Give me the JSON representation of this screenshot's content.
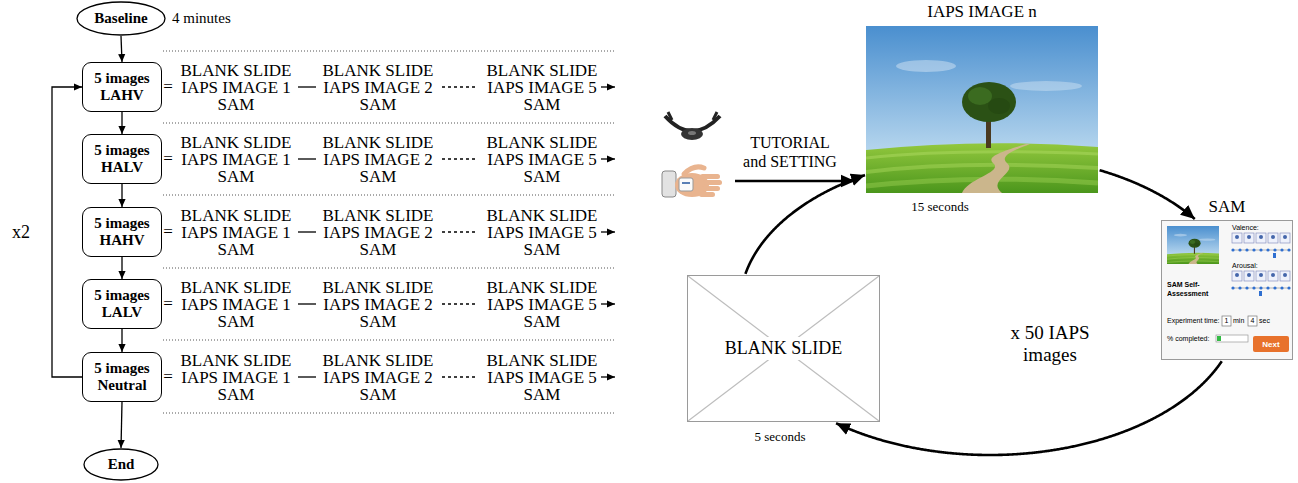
{
  "diagram": {
    "nodes": [
      {
        "text": [
          "Baseline"
        ]
      },
      {
        "text": [
          "5 images LAHV"
        ]
      },
      {
        "text": [
          "5 images HALV"
        ]
      },
      {
        "text": [
          "5 images HAHV"
        ]
      },
      {
        "text": [
          "5 images LALV"
        ]
      },
      {
        "text": [
          "5 images Neutral"
        ]
      },
      {
        "text": [
          "End"
        ]
      },
      {
        "text": [
          "IAPS IMAGE n"
        ]
      },
      {
        "text": [
          "SAM"
        ]
      },
      {
        "text": [
          "BLANK SLIDE"
        ]
      },
      {
        "text": [
          "Next"
        ],
        "in": 8
      }
    ],
    "edges": [
      {
        "from": 0,
        "to": 1,
        "arrow": "to"
      },
      {
        "from": 1,
        "to": 2,
        "arrow": "to"
      },
      {
        "from": 2,
        "to": 3,
        "arrow": "to"
      },
      {
        "from": 3,
        "to": 4,
        "arrow": "to"
      },
      {
        "from": 4,
        "to": 5,
        "arrow": "to"
      },
      {
        "from": 5,
        "to": 6,
        "arrow": "to"
      },
      {
        "from": 5,
        "to": 1,
        "label": "x2",
        "arrow": "to"
      },
      {
        "from": 7,
        "to": 8,
        "arrow": "to"
      },
      {
        "from": 8,
        "to": 9,
        "arrow": "to"
      },
      {
        "from": 9,
        "to": 7,
        "arrow": "to"
      }
    ],
    "labels": [
      "4 minutes",
      "=",
      "BLANK SLIDE IAPS IMAGE 1 SAM",
      "BLANK SLIDE IAPS IMAGE 2 SAM",
      "BLANK SLIDE IAPS IMAGE 5 SAM",
      "=",
      "BLANK SLIDE IAPS IMAGE 1 SAM",
      "BLANK SLIDE IAPS IMAGE 2 SAM",
      "BLANK SLIDE IAPS IMAGE 5 SAM",
      "=",
      "BLANK SLIDE IAPS IMAGE 1 SAM",
      "BLANK SLIDE IAPS IMAGE 2 SAM",
      "BLANK SLIDE IAPS IMAGE 5 SAM",
      "=",
      "BLANK SLIDE IAPS IMAGE 1 SAM",
      "BLANK SLIDE IAPS IMAGE 2 SAM",
      "BLANK SLIDE IAPS IMAGE 5 SAM",
      "=",
      "BLANK SLIDE IAPS IMAGE 1 SAM",
      "BLANK SLIDE IAPS IMAGE 2 SAM",
      "BLANK SLIDE IAPS IMAGE 5 SAM",
      "TUTORIAL and SETTING",
      "15 seconds",
      "SAM Self-Assessment",
      "Valence:",
      "Arousal:",
      "Experiment time:",
      "1",
      "min",
      "4",
      "sec",
      "% completed:",
      "x 50 IAPS images",
      "5 seconds"
    ]
  }
}
